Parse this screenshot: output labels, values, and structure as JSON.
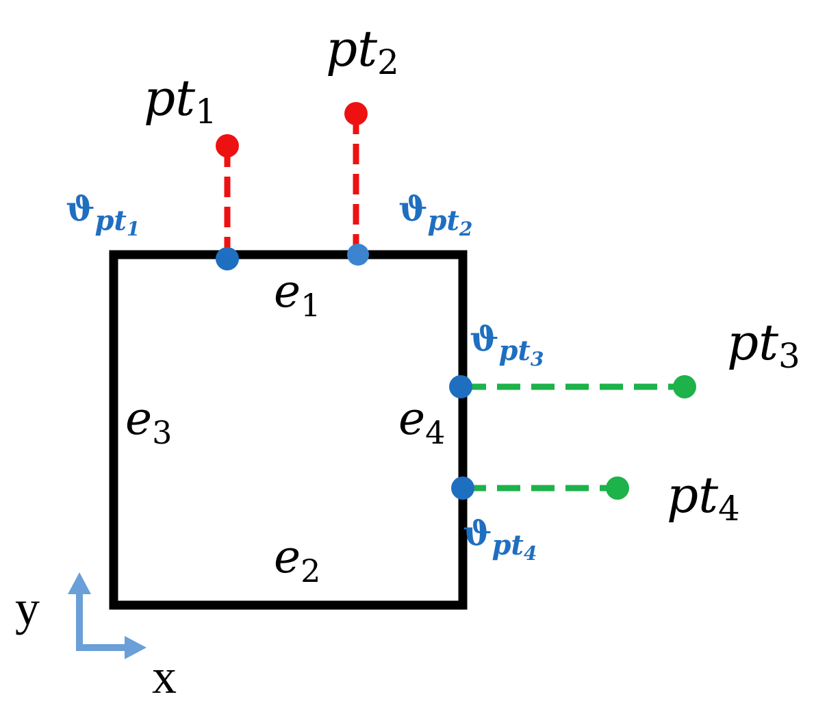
{
  "colors": {
    "box": "#000000",
    "projection": "#1f6fc0",
    "red_points": "#ee1111",
    "green_points": "#1db24a",
    "axes": "#6a9fd8"
  },
  "points": [
    {
      "base": "pt",
      "sub": "1"
    },
    {
      "base": "pt",
      "sub": "2"
    },
    {
      "base": "pt",
      "sub": "3"
    },
    {
      "base": "pt",
      "sub": "4"
    }
  ],
  "projections": [
    {
      "symbol": "ϑ",
      "sub_base": "pt",
      "sub_index": "1"
    },
    {
      "symbol": "ϑ",
      "sub_base": "pt",
      "sub_index": "2"
    },
    {
      "symbol": "ϑ",
      "sub_base": "pt",
      "sub_index": "3"
    },
    {
      "symbol": "ϑ",
      "sub_base": "pt",
      "sub_index": "4"
    }
  ],
  "edges": [
    {
      "base": "e",
      "sub": "1"
    },
    {
      "base": "e",
      "sub": "2"
    },
    {
      "base": "e",
      "sub": "3"
    },
    {
      "base": "e",
      "sub": "4"
    }
  ],
  "axes": {
    "x": "x",
    "y": "y"
  }
}
